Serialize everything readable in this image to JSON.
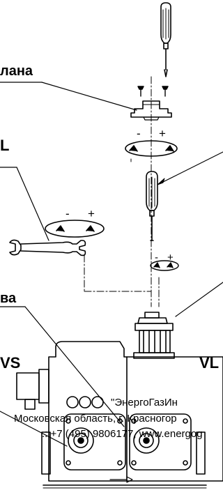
{
  "labels": {
    "top_left": "лана",
    "mid_left": "L",
    "lower_left": "ва",
    "left_unit": "VS",
    "right_unit": "VL"
  },
  "adjust_marks": {
    "cap_minus": "-",
    "cap_plus": "+",
    "wrench_minus": "-",
    "wrench_plus": "+",
    "small_minus": "-",
    "small_plus": "+"
  },
  "watermark": {
    "line1": "\"ЭнергоГазИн",
    "line2": "Московская область, г. Красногор",
    "line3": ".: +7 (495) 9806177, www.energog"
  },
  "colors": {
    "ink": "#000000",
    "paper": "#ffffff"
  }
}
